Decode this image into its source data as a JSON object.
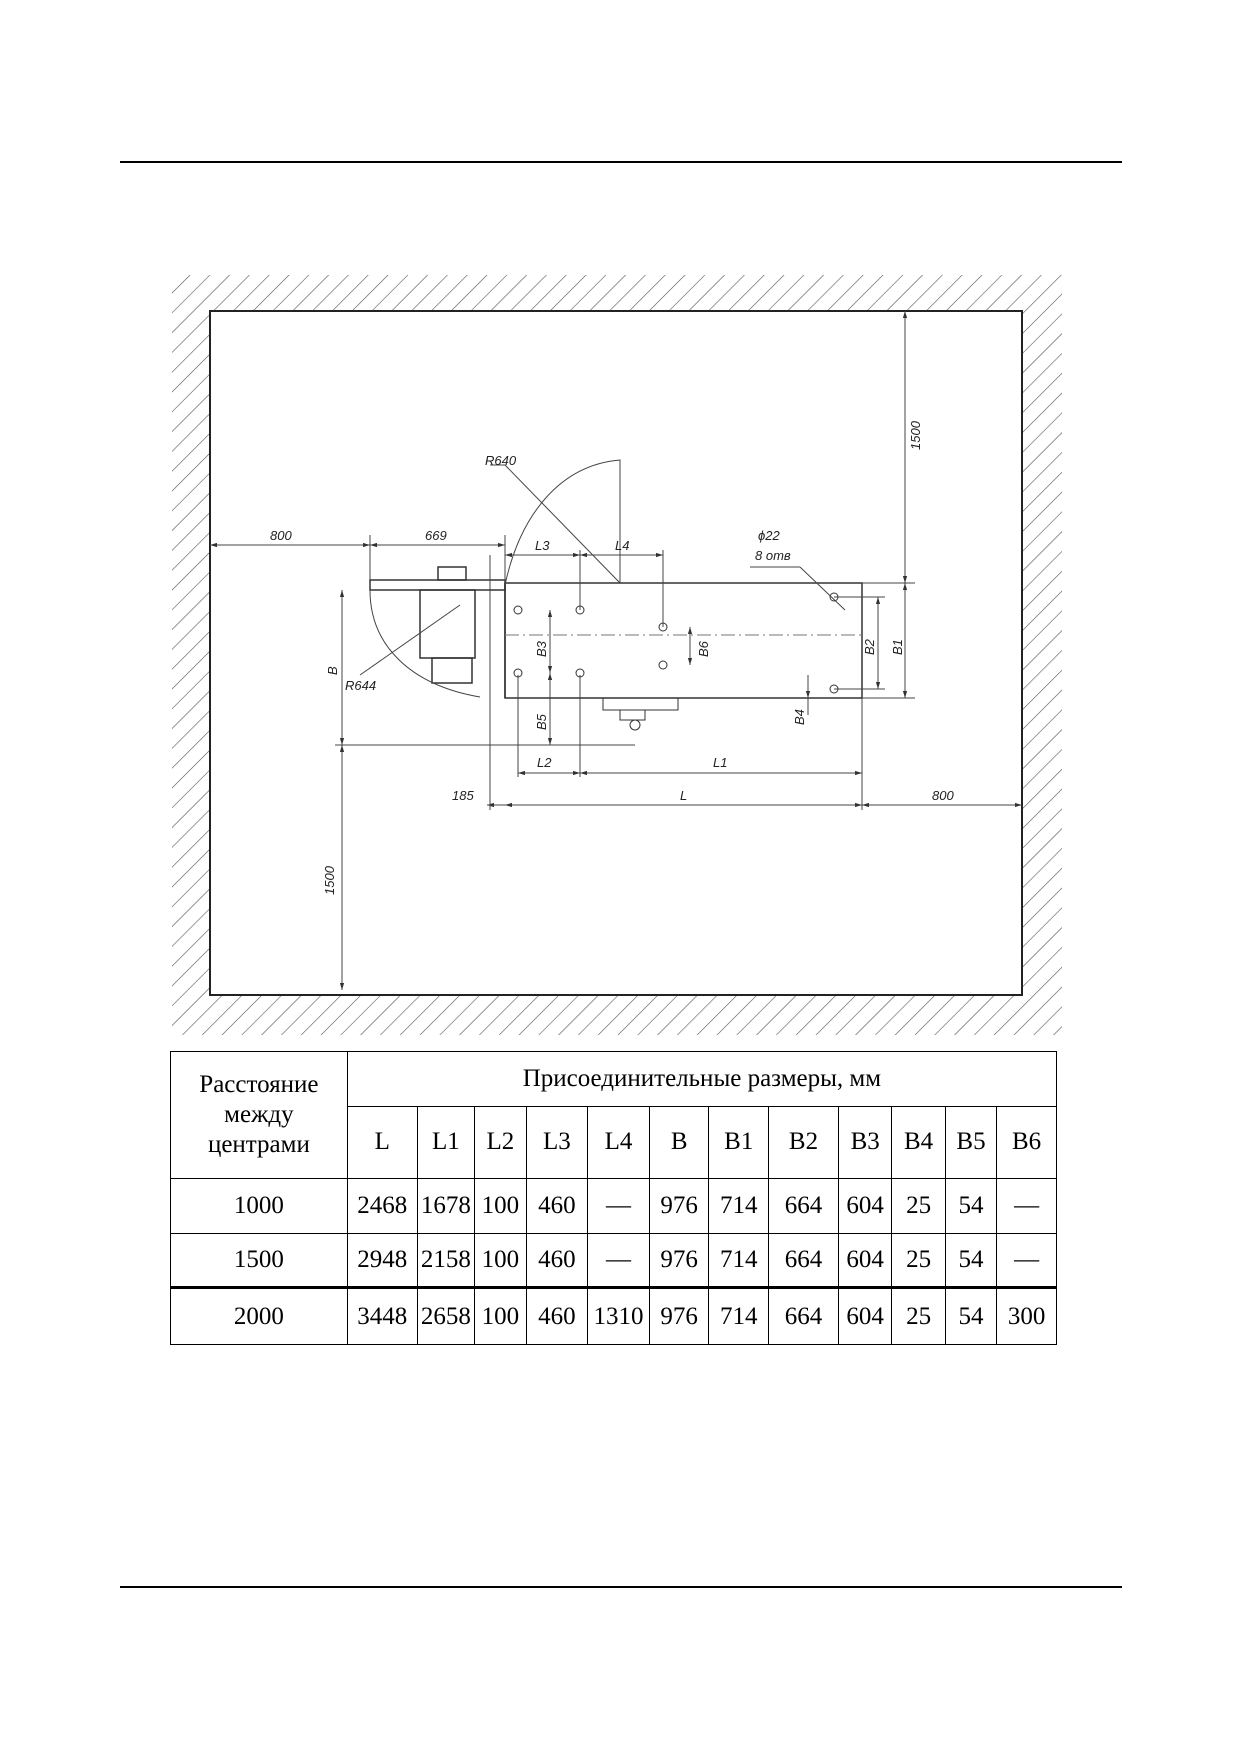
{
  "drawing": {
    "labels": {
      "w800_left": "800",
      "w669": "669",
      "l3": "L3",
      "l4": "L4",
      "r640": "R640",
      "hole_dia": "ϕ22",
      "hole_count": "8 отв",
      "h1500_top": "1500",
      "b": "B",
      "r644": "R644",
      "b3": "B3",
      "b6": "B6",
      "b2": "B2",
      "b1": "B1",
      "b5": "B5",
      "b4": "B4",
      "l2": "L2",
      "l1": "L1",
      "d185": "185",
      "l": "L",
      "w800_right": "800",
      "h1500_bottom": "1500"
    }
  },
  "table": {
    "corner_header": "Расстояние между центрами",
    "group_header": "Присоединительные размеры, мм",
    "columns": [
      "L",
      "L1",
      "L2",
      "L3",
      "L4",
      "B",
      "B1",
      "B2",
      "B3",
      "B4",
      "B5",
      "B6"
    ],
    "rows": [
      {
        "distance": "1000",
        "values": [
          "2468",
          "1678",
          "100",
          "460",
          "—",
          "976",
          "714",
          "664",
          "604",
          "25",
          "54",
          "—"
        ]
      },
      {
        "distance": "1500",
        "values": [
          "2948",
          "2158",
          "100",
          "460",
          "—",
          "976",
          "714",
          "664",
          "604",
          "25",
          "54",
          "—"
        ]
      },
      {
        "distance": "2000",
        "values": [
          "3448",
          "2658",
          "100",
          "460",
          "1310",
          "976",
          "714",
          "664",
          "604",
          "25",
          "54",
          "300"
        ]
      }
    ]
  }
}
